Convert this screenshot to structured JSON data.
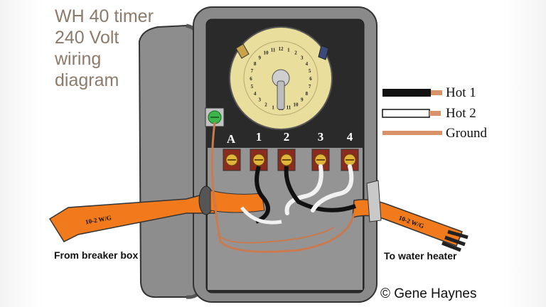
{
  "title_lines": [
    "WH 40 timer",
    "240 Volt",
    "wiring",
    "diagram"
  ],
  "terminals": [
    "A",
    "1",
    "2",
    "3",
    "4"
  ],
  "legend": [
    {
      "label": "Hot 1",
      "color": "#111111"
    },
    {
      "label": "Hot 2",
      "color": "#ffffff"
    },
    {
      "label": "Ground",
      "color": "#d9936a"
    }
  ],
  "cable_labels": {
    "left": "10-2 W/G",
    "right": "10-2 W/G"
  },
  "captions": {
    "left": "From breaker box",
    "right": "To water heater"
  },
  "credit": "© Gene Haynes",
  "dial_numbers": [
    "12",
    "1",
    "2",
    "3",
    "4",
    "5",
    "6",
    "7",
    "8",
    "9",
    "10",
    "11",
    "12",
    "1",
    "2",
    "3",
    "4",
    "5",
    "6",
    "7",
    "8",
    "9",
    "10",
    "11"
  ],
  "colors": {
    "box": "#8a8a8a",
    "interior": "#2a2a2a",
    "dial": "#e9de9c",
    "cable": "#f07a1c",
    "terminal_block": "#8a2b1e",
    "screw": "#e0b53a",
    "ground_screw": "#3cb54a",
    "copper": "#c97a4e"
  }
}
